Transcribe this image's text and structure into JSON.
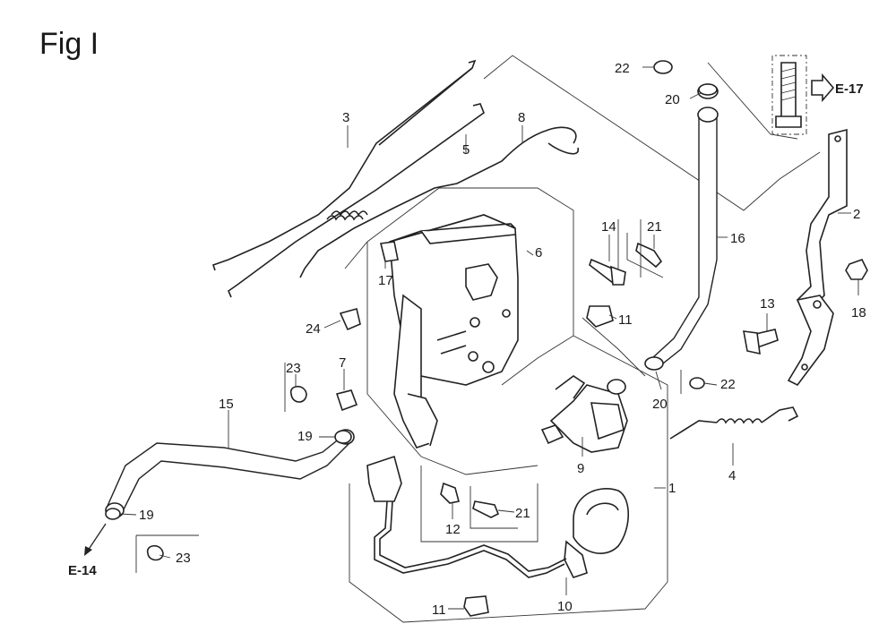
{
  "figure_title": "Fig I",
  "callouts": {
    "c1": "1",
    "c2": "2",
    "c3": "3",
    "c4": "4",
    "c5": "5",
    "c6": "6",
    "c7": "7",
    "c8": "8",
    "c9": "9",
    "c10": "10",
    "c11a": "11",
    "c11b": "11",
    "c12": "12",
    "c13": "13",
    "c14": "14",
    "c15": "15",
    "c16": "16",
    "c17": "17",
    "c18": "18",
    "c19a": "19",
    "c19b": "19",
    "c20a": "20",
    "c20b": "20",
    "c21a": "21",
    "c21b": "21",
    "c22a": "22",
    "c22b": "22",
    "c23a": "23",
    "c23b": "23",
    "c24": "24"
  },
  "references": {
    "e17": "E-17",
    "e14": "E-14"
  }
}
